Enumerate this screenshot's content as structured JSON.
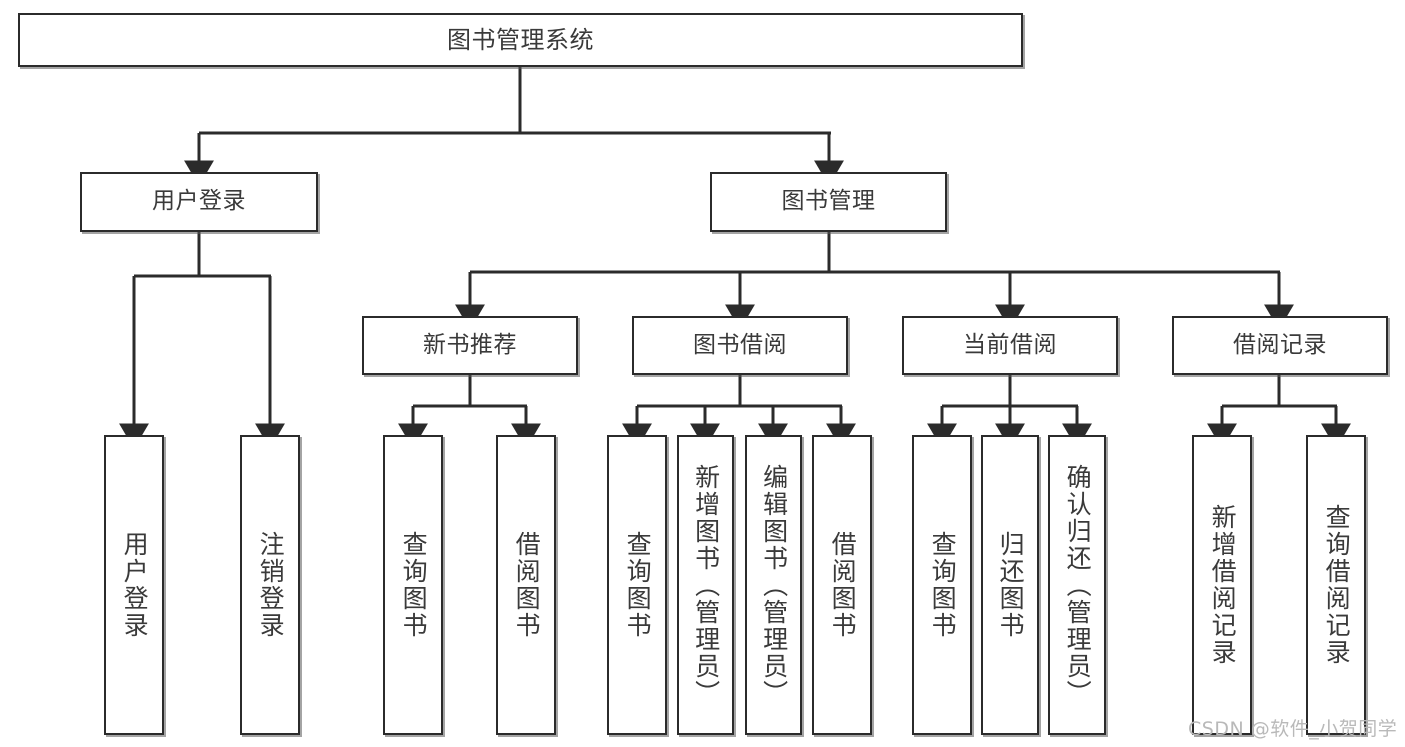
{
  "diagram": {
    "title": "图书管理系统",
    "root": {
      "id": "root",
      "label": "图书管理系统"
    },
    "level2": [
      {
        "id": "user-login",
        "label": "用户登录"
      },
      {
        "id": "book-manage",
        "label": "图书管理"
      }
    ],
    "level3": [
      {
        "id": "new-book-recommend",
        "label": "新书推荐"
      },
      {
        "id": "book-borrow",
        "label": "图书借阅"
      },
      {
        "id": "current-borrow",
        "label": "当前借阅"
      },
      {
        "id": "borrow-record",
        "label": "借阅记录"
      }
    ],
    "leaves": {
      "user_login": [
        {
          "id": "leaf-user-login",
          "label": "用户登录"
        },
        {
          "id": "leaf-logout-login",
          "label": "注销登录"
        }
      ],
      "new_book_recommend": [
        {
          "id": "leaf-query-book-1",
          "label": "查询图书"
        },
        {
          "id": "leaf-borrow-book-1",
          "label": "借阅图书"
        }
      ],
      "book_borrow": [
        {
          "id": "leaf-query-book-2",
          "label": "查询图书"
        },
        {
          "id": "leaf-add-book",
          "label": "新增图书（管理员）"
        },
        {
          "id": "leaf-edit-book",
          "label": "编辑图书（管理员）"
        },
        {
          "id": "leaf-borrow-book-2",
          "label": "借阅图书"
        }
      ],
      "current_borrow": [
        {
          "id": "leaf-query-book-3",
          "label": "查询图书"
        },
        {
          "id": "leaf-return-book",
          "label": "归还图书"
        },
        {
          "id": "leaf-confirm-return",
          "label": "确认归还（管理员）"
        }
      ],
      "borrow_record": [
        {
          "id": "leaf-add-record",
          "label": "新增借阅记录"
        },
        {
          "id": "leaf-query-record",
          "label": "查询借阅记录"
        }
      ]
    }
  },
  "watermark": {
    "text": "CSDN @软件_小贺同学"
  },
  "colors": {
    "box_border": "#2b2b2b",
    "box_fill": "#ffffff",
    "text": "#3a3a3a",
    "edge": "#2b2b2b",
    "watermark": "#b9b9b9",
    "background": "#ffffff"
  }
}
